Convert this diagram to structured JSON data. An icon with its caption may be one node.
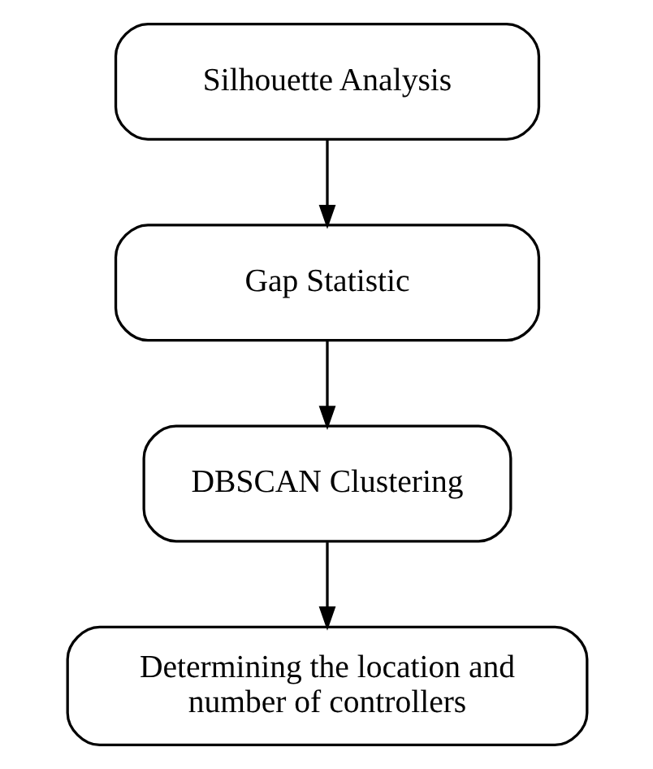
{
  "diagram": {
    "nodes": [
      {
        "text": [
          "Silhouette Analysis"
        ]
      },
      {
        "text": [
          "Gap Statistic"
        ]
      },
      {
        "text": [
          "DBSCAN Clustering"
        ]
      },
      {
        "text": [
          "Determining the location and number of controllers"
        ]
      }
    ],
    "edges": [
      {
        "from": 0,
        "to": 1,
        "arrow": "to"
      },
      {
        "from": 1,
        "to": 2,
        "arrow": "to"
      },
      {
        "from": 2,
        "to": 3,
        "arrow": "to"
      }
    ]
  }
}
